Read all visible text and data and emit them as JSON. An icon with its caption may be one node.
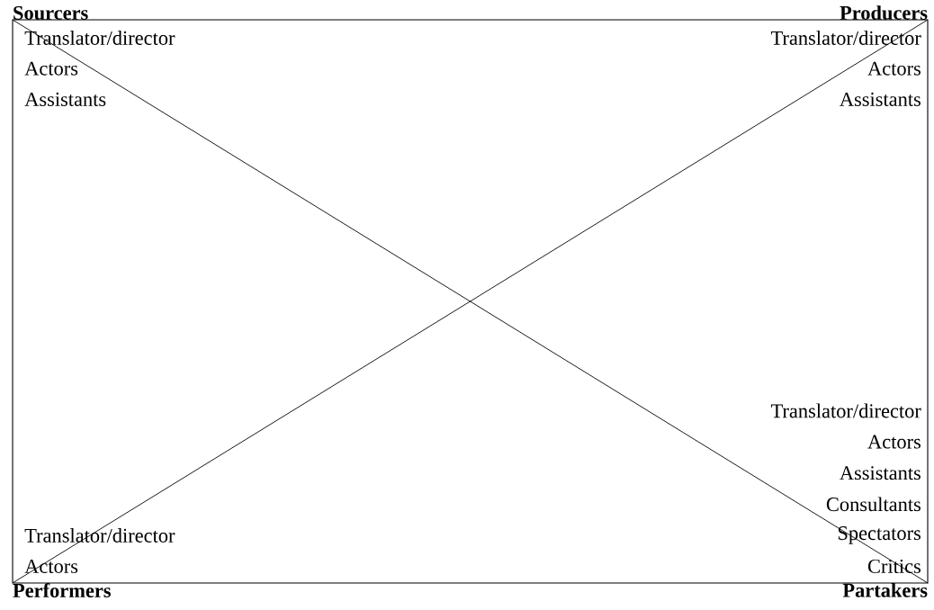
{
  "diagram": {
    "nodes": [
      {
        "text": [
          "Sourcers"
        ],
        "beside": [
          "Translator/director",
          "Actors",
          "Assistants"
        ]
      },
      {
        "text": [
          "Producers"
        ],
        "beside": [
          "Translator/director",
          "Actors",
          "Assistants"
        ]
      },
      {
        "text": [
          "Performers"
        ],
        "beside": [
          "Translator/director",
          "Actors"
        ]
      },
      {
        "text": [
          "Partakers"
        ],
        "beside": [
          "Translator/director",
          "Actors",
          "Assistants",
          "Consultants",
          "Spectators",
          "Critics"
        ]
      }
    ],
    "edges": [
      {
        "from": 0,
        "to": 3,
        "arrow": "none"
      },
      {
        "from": 1,
        "to": 2,
        "arrow": "none"
      }
    ]
  }
}
